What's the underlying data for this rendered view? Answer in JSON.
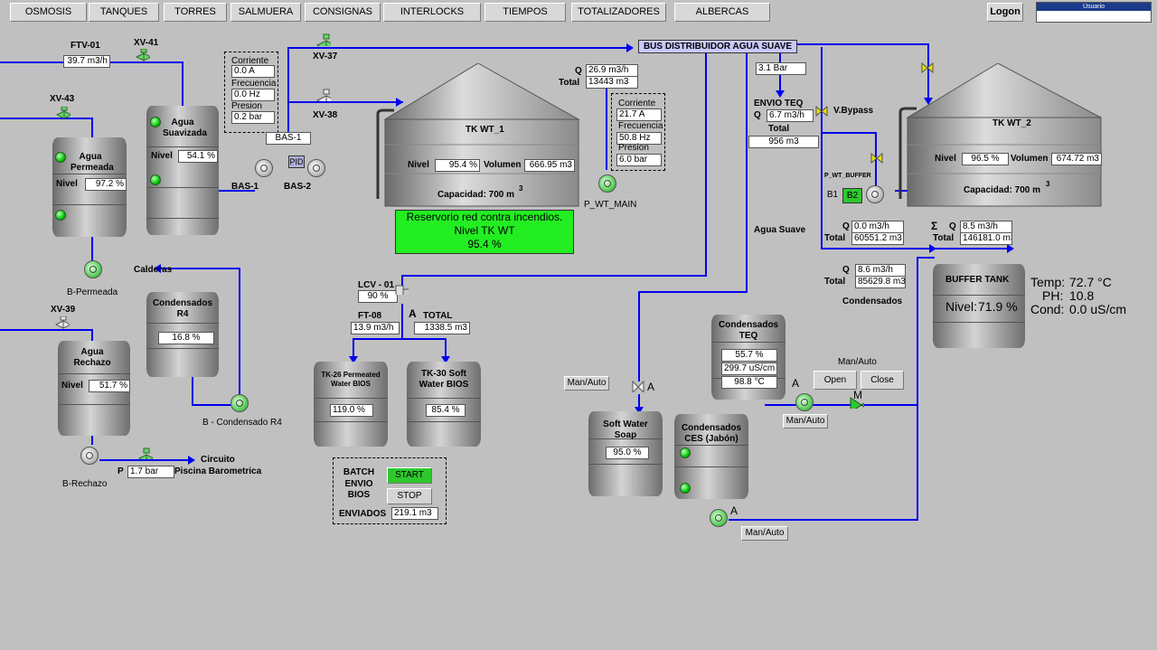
{
  "nav": {
    "tabs": [
      "OSMOSIS",
      "TANQUES",
      "TORRES",
      "SALMUERA",
      "CONSIGNAS",
      "INTERLOCKS",
      "TIEMPOS",
      "TOTALIZADORES",
      "ALBERCAS"
    ],
    "logon": "Logon",
    "user_label": "Usuario",
    "user_value": ""
  },
  "left": {
    "ftv01_label": "FTV-01",
    "ftv01_value": "39.7 m3/h",
    "xv41": "XV-41",
    "xv43": "XV-43",
    "xv39": "XV-39",
    "agua_suavizada": "Agua Suavizada",
    "nivel_label": "Nivel",
    "agua_suavizada_nivel": "54.1 %",
    "agua_permeada": "Agua Permeada",
    "agua_permeada_nivel": "97.2 %",
    "bas1_box": {
      "corriente_label": "Corriente",
      "corriente": "0.0 A",
      "frecuencia_label": "Frecuencia",
      "frecuencia": "0.0 Hz",
      "presion_label": "Presion",
      "presion": "0.2 bar"
    },
    "bas1_tag": "BAS-1",
    "pid": "PID",
    "bas1": "BAS-1",
    "bas2": "BAS-2",
    "b_permeada": "B-Permeada",
    "calderas": "Calderas",
    "condensados_r4": "Condensados R4",
    "condensados_r4_value": "16.8 %",
    "b_condensado_r4": "B - Condensado R4",
    "agua_rechazo": "Agua Rechazo",
    "agua_rechazo_nivel": "51.7 %",
    "b_rechazo": "B-Rechazo",
    "p_label": "P",
    "p_value": "1.7 bar",
    "circuito": "Circuito",
    "piscina": "Piscina Barometrica"
  },
  "center": {
    "xv37": "XV-37",
    "xv38": "XV-38",
    "tk_wt1": "TK WT_1",
    "tk_wt1_nivel_label": "Nivel",
    "tk_wt1_nivel": "95.4 %",
    "volumen_label": "Volumen",
    "tk_wt1_volumen": "666.95 m3",
    "capacidad_label": "Capacidad: 700 m",
    "cap_sup": "3",
    "q_label": "Q",
    "q_value": "26.9 m3/h",
    "total_label": "Total",
    "total_value": "13443 m3",
    "main_box": {
      "corriente_label": "Corriente",
      "corriente": "21.7 A",
      "frecuencia_label": "Frecuencia",
      "frecuencia": "50.8 Hz",
      "presion_label": "Presion",
      "presion": "6.0 bar"
    },
    "p_wt_main": "P_WT_MAIN",
    "fire_line1": "Reservorio red contra incendios.",
    "fire_line2": "Nivel TK WT",
    "fire_line3": "95.4 %",
    "lcv01_label": "LCV - 01",
    "lcv01_value": "90 %",
    "lcv_a": "A",
    "ft08_label": "FT-08",
    "ft08_value": "13.9 m3/h",
    "total_label2": "TOTAL",
    "total2_value": "1338.5 m3",
    "tk26": "TK-26 Permeated Water BIOS",
    "tk26_value": "119.0 %",
    "tk30": "TK-30 Soft Water BIOS",
    "tk30_value": "85.4 %",
    "batch": {
      "line1": "BATCH",
      "line2": "ENVIO",
      "line3": "BIOS",
      "start": "START",
      "stop": "STOP",
      "enviados_label": "ENVIADOS",
      "enviados_value": "219.1 m3"
    }
  },
  "right": {
    "bus": "BUS DISTRIBUIDOR AGUA SUAVE",
    "pressure": "3.1 Bar",
    "envio_teq": "ENVIO TEQ",
    "q_label": "Q",
    "envio_q": "6.7 m3/h",
    "total_label": "Total",
    "envio_total": "956 m3",
    "vbypass": "V.Bypass",
    "tk_wt2": "TK WT_2",
    "nivel_label": "Nivel",
    "tk_wt2_nivel": "96.5 %",
    "volumen_label": "Volumen",
    "tk_wt2_volumen": "674.72 m3",
    "capacidad_label": "Capacidad: 700 m",
    "cap_sup": "3",
    "p_wt_buffer": "P_WT_BUFFER",
    "b1": "B1",
    "b2": "B2",
    "agua_suave": "Agua Suave",
    "aq_q": "0.0 m3/h",
    "aq_total": "60551.2 m3",
    "sigma": "Σ",
    "sum_q": "8.5 m3/h",
    "sum_total": "146181.0 m3",
    "cond_q": "8.6 m3/h",
    "cond_total": "85629.8 m3",
    "condensados": "Condensados",
    "buffer_tank": "BUFFER TANK",
    "buffer_nivel_label": "Nivel:",
    "buffer_nivel": "71.9 %",
    "temp_label": "Temp:",
    "temp": "72.7 °C",
    "ph_label": "PH:",
    "ph": "10.8",
    "cond_label": "Cond:",
    "cond": "0.0 uS/cm",
    "manauto": "Man/Auto",
    "open": "Open",
    "close": "Close",
    "cond_teq": "Condensados TEQ",
    "cond_teq_pct": "55.7 %",
    "cond_teq_us": "299.7 uS/cm",
    "cond_teq_c": "98.8 °C",
    "a": "A",
    "m": "M",
    "soft_water_soap": "Soft Water Soap",
    "soft_water_soap_value": "95.0 %",
    "cond_ces": "Condensados CES (Jabón)"
  }
}
